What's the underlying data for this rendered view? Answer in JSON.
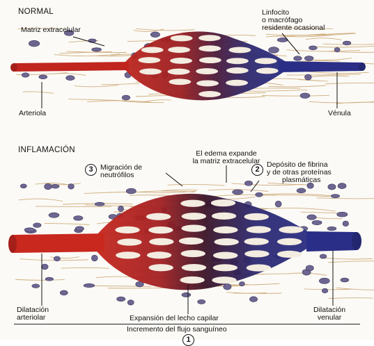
{
  "normal": {
    "title": "NORMAL",
    "labels": {
      "matrix": "Matriz extracelular",
      "lymph_1": "Linfocito",
      "lymph_2": "o macrófago",
      "lymph_3": "residente ocasional",
      "arteriole": "Arteriola",
      "venule": "Vénula"
    }
  },
  "inflammation": {
    "title": "INFLAMACIÓN",
    "labels": {
      "edema_1": "El edema expande",
      "edema_2": "la matriz extracelular",
      "migration_num": "3",
      "migration_1": "Migración de",
      "migration_2": "neutrófilos",
      "fibrin_num": "2",
      "fibrin_1": "Depósito de fibrina",
      "fibrin_2": "y de otras proteínas",
      "fibrin_3": "plasmáticas",
      "arteriolar_1": "Dilatación",
      "arteriolar_2": "arteriolar",
      "capillary": "Expansión del lecho capilar",
      "venular_1": "Dilatación",
      "venular_2": "venular",
      "blood_flow": "Incremento del flujo sanguíneo",
      "flow_num": "1"
    }
  },
  "colors": {
    "artery": "#c0261e",
    "vein": "#2a2e86",
    "matrix_fiber": "#c9a16c",
    "cell": "#6d6690"
  }
}
